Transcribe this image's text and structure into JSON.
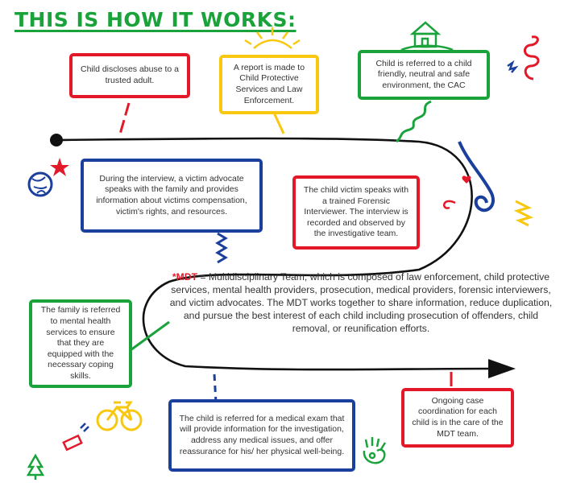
{
  "title": "THIS IS HOW IT WORKS:",
  "steps": {
    "disclose": "Child discloses abuse to a trusted adult.",
    "report": "A report is made to Child Protective Services and Law Enforcement.",
    "referred": "Child is referred to a child friendly, neutral and safe environment, the CAC",
    "interview": "The child victim speaks with a trained Forensic Interviewer. The interview is recorded and observed by the investigative team.",
    "advocate": "During the interview, a victim advocate speaks with the family and provides information about victims compensation, victim's rights, and resources.",
    "mental_health": "The family is referred to mental health services to ensure that they are equipped with the necessary coping skills.",
    "medical": "The child is referred for a medical exam that will provide information for the investigation, address any medical issues, and offer reassurance for his/ her physical well-being.",
    "ongoing": "Ongoing case coordination for each child is in the care of the MDT team."
  },
  "mdt": {
    "label": "*MDT",
    "text": " = Multidisciplinary Team, which is composed of law enforcement, child protective services, mental health providers, prosecution, medical providers, forensic interviewers, and victim advocates. The MDT works together to share information, reduce duplication, and pursue the best interest of each child including prosecution of offenders, child removal, or reunification efforts."
  },
  "colors": {
    "red": "#e3192a",
    "yellow": "#f7c80f",
    "green": "#1aa33a",
    "blue": "#1b3f9c",
    "path": "#111111"
  }
}
